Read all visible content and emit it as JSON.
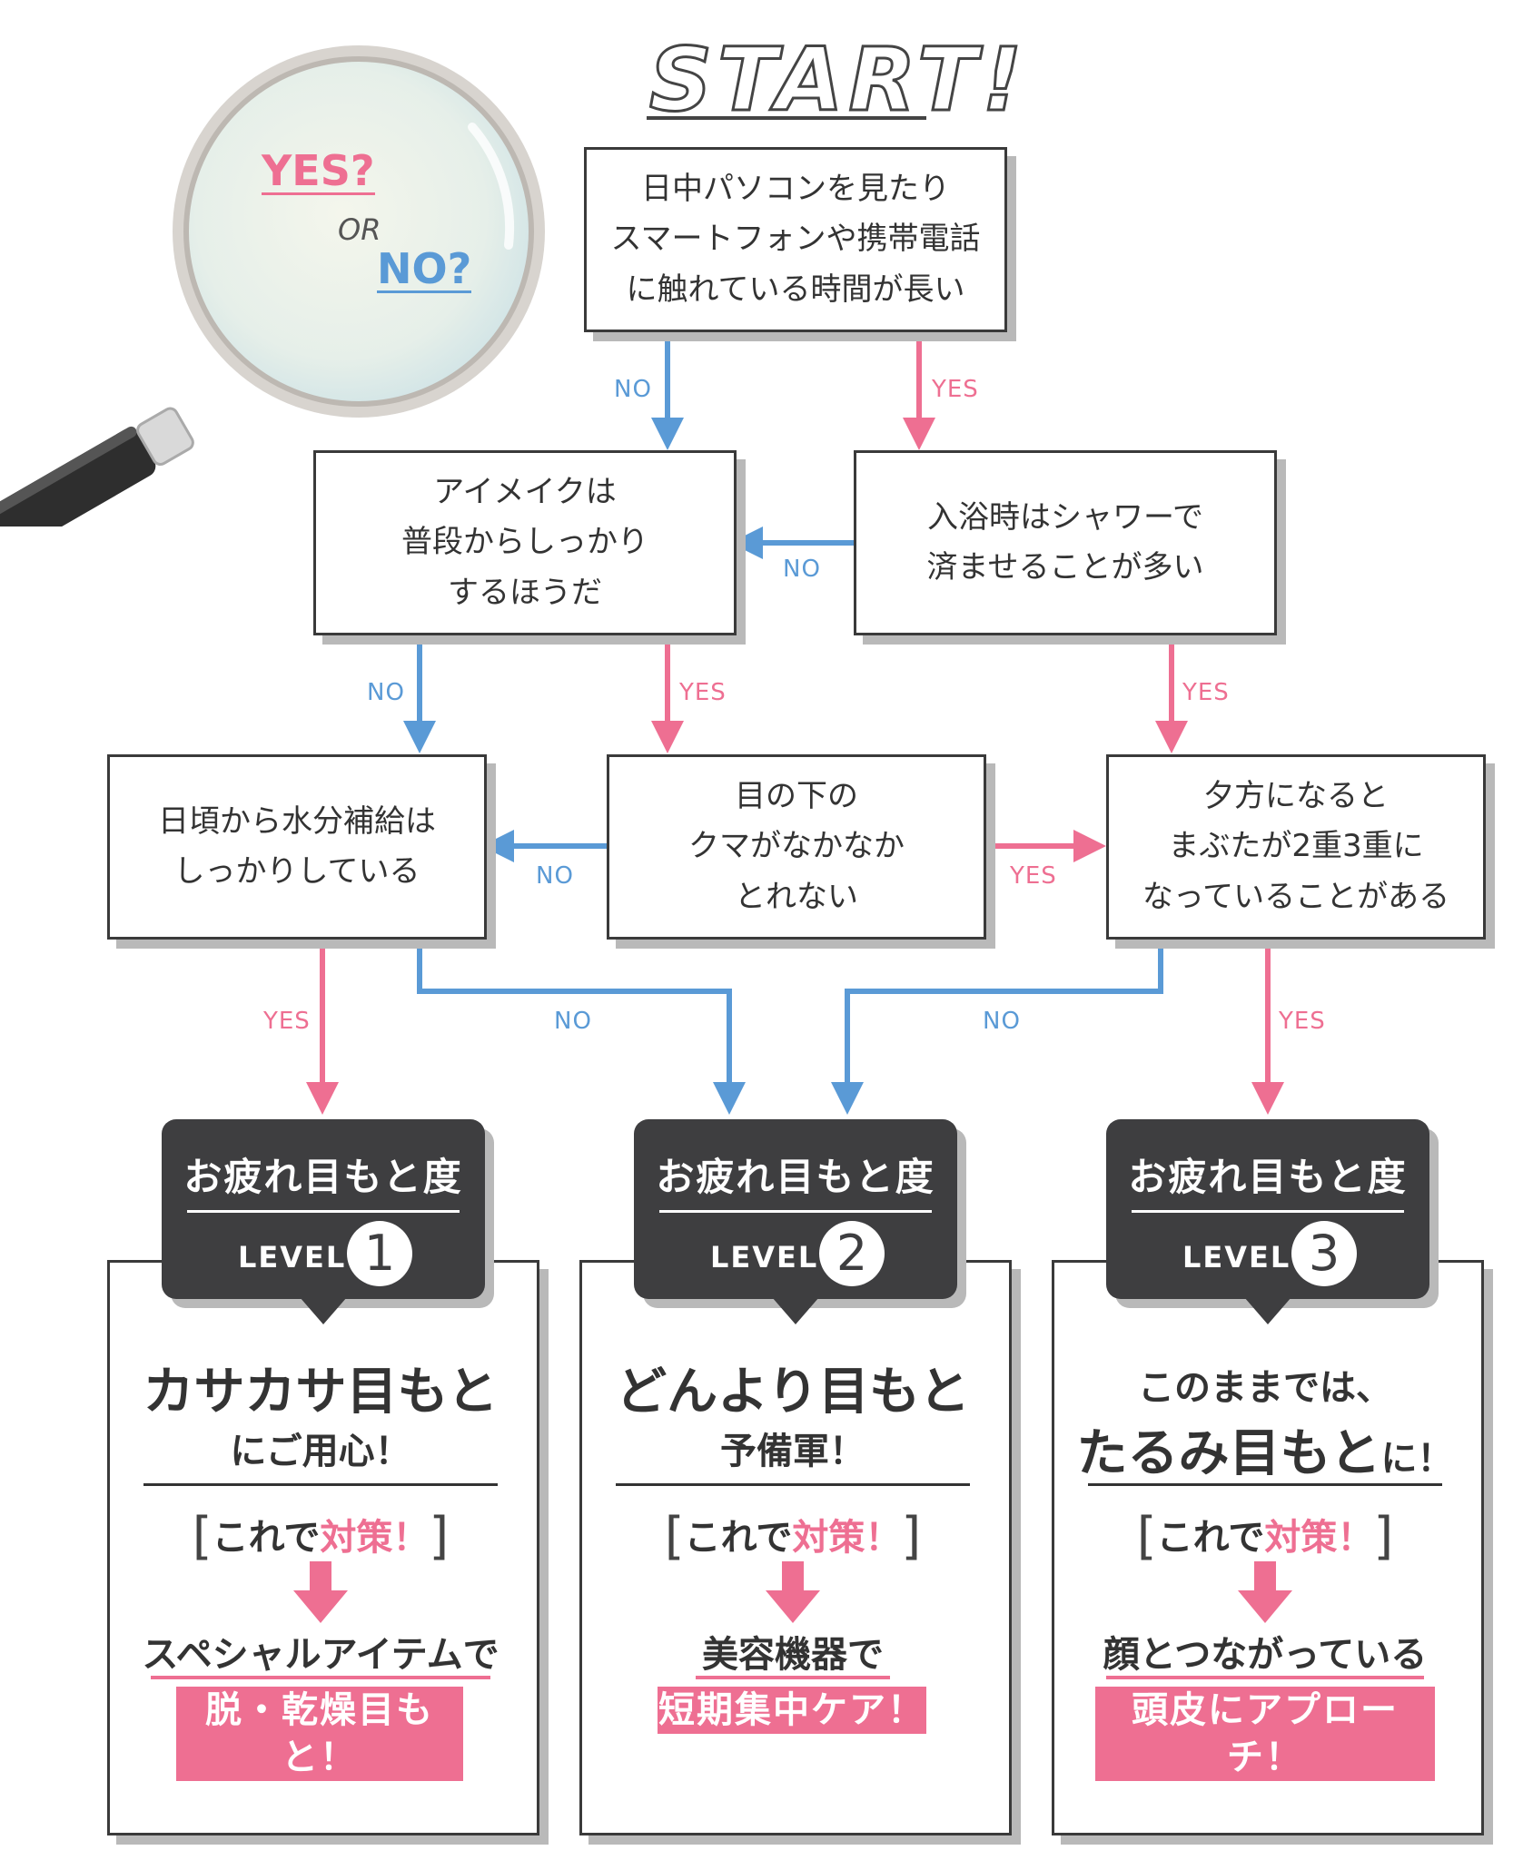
{
  "header": {
    "start": "START!",
    "magnifier": {
      "yes": "YES?",
      "or": "OR",
      "no": "NO?"
    }
  },
  "questions": {
    "q1": "日中パソコンを見たり\nスマートフォンや携帯電話\nに触れている時間が長い",
    "q2": "アイメイクは\n普段からしっかり\nするほうだ",
    "q3": "入浴時はシャワーで\n済ませることが多い",
    "q4": "日頃から水分補給は\nしっかりしている",
    "q5": "目の下の\nクマがなかなか\nとれない",
    "q6": "夕方になると\nまぶたが2重3重に\nなっていることがある"
  },
  "labels": {
    "yes": "YES",
    "no": "NO"
  },
  "results": [
    {
      "badge_title": "お疲れ目もと度",
      "level_label": "LEVEL",
      "level_num": "1",
      "title_big": "カサカサ目もと",
      "title_sub": "にご用心！",
      "countermeasure_pre": "これで",
      "countermeasure_em": "対策！",
      "action": "スペシャルアイテムで",
      "highlight": "脱・乾燥目もと！"
    },
    {
      "badge_title": "お疲れ目もと度",
      "level_label": "LEVEL",
      "level_num": "2",
      "title_big": "どんより目もと",
      "title_sub": "予備軍！",
      "countermeasure_pre": "これで",
      "countermeasure_em": "対策！",
      "action": "美容機器で",
      "highlight": "短期集中ケア！"
    },
    {
      "badge_title": "お疲れ目もと度",
      "level_label": "LEVEL",
      "level_num": "3",
      "title_pre": "このままでは、",
      "title_big": "たるみ目もと",
      "title_suffix": "に！",
      "countermeasure_pre": "これで",
      "countermeasure_em": "対策！",
      "action": "顔とつながっている",
      "highlight": "頭皮にアプローチ！"
    }
  ],
  "colors": {
    "yes": "#ee6f92",
    "no": "#5a9ad6",
    "dark": "#3e3e40"
  }
}
